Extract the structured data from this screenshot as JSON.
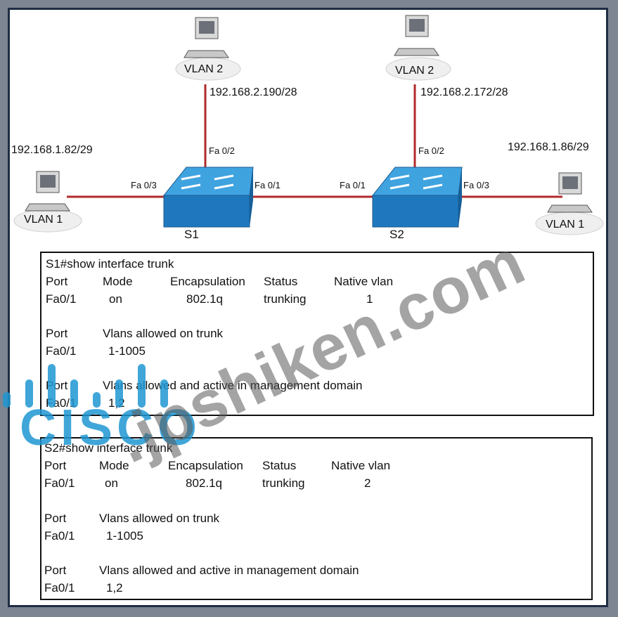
{
  "colors": {
    "link": "#b22a2a",
    "switch_top": "#3fa3e0",
    "switch_side": "#1f6fb0",
    "watermark_blue": "#1e96d2"
  },
  "hosts": [
    {
      "id": "vlan2-left",
      "label": "VLAN 2",
      "ip": "192.168.2.190/28"
    },
    {
      "id": "vlan2-right",
      "label": "VLAN 2",
      "ip": "192.168.2.172/28"
    },
    {
      "id": "vlan1-left",
      "label": "VLAN 1",
      "ip": "192.168.1.82/29"
    },
    {
      "id": "vlan1-right",
      "label": "VLAN 1",
      "ip": "192.168.1.86/29"
    }
  ],
  "switches": [
    {
      "name": "S1",
      "ports": {
        "left": "Fa 0/3",
        "top": "Fa 0/2",
        "right": "Fa 0/1"
      }
    },
    {
      "name": "S2",
      "ports": {
        "left": "Fa 0/1",
        "top": "Fa 0/2",
        "right": "Fa 0/3"
      }
    }
  ],
  "outputs": [
    {
      "command": "S1#show interface trunk",
      "headers": [
        "Port",
        "Mode",
        "Encapsulation",
        "Status",
        "Native vlan"
      ],
      "row": [
        "Fa0/1",
        "on",
        "802.1q",
        "trunking",
        "1"
      ],
      "allowed_header": [
        "Port",
        "Vlans allowed on trunk"
      ],
      "allowed_row": [
        "Fa0/1",
        "1-1005"
      ],
      "active_header": [
        "Port",
        "Vlans allowed and active in management domain"
      ],
      "active_row": [
        "Fa0/1",
        "1,2"
      ]
    },
    {
      "command": "S2#show interface trunk",
      "headers": [
        "Port",
        "Mode",
        "Encapsulation",
        "Status",
        "Native vlan"
      ],
      "row": [
        "Fa0/1",
        "on",
        "802.1q",
        "trunking",
        "2"
      ],
      "allowed_header": [
        "Port",
        "Vlans allowed on trunk"
      ],
      "allowed_row": [
        "Fa0/1",
        "1-1005"
      ],
      "active_header": [
        "Port",
        "Vlans allowed and active in management domain"
      ],
      "active_row": [
        "Fa0/1",
        "1,2"
      ]
    }
  ],
  "watermark": {
    "text": ".jpshiken.com",
    "brand": "CISCO"
  }
}
